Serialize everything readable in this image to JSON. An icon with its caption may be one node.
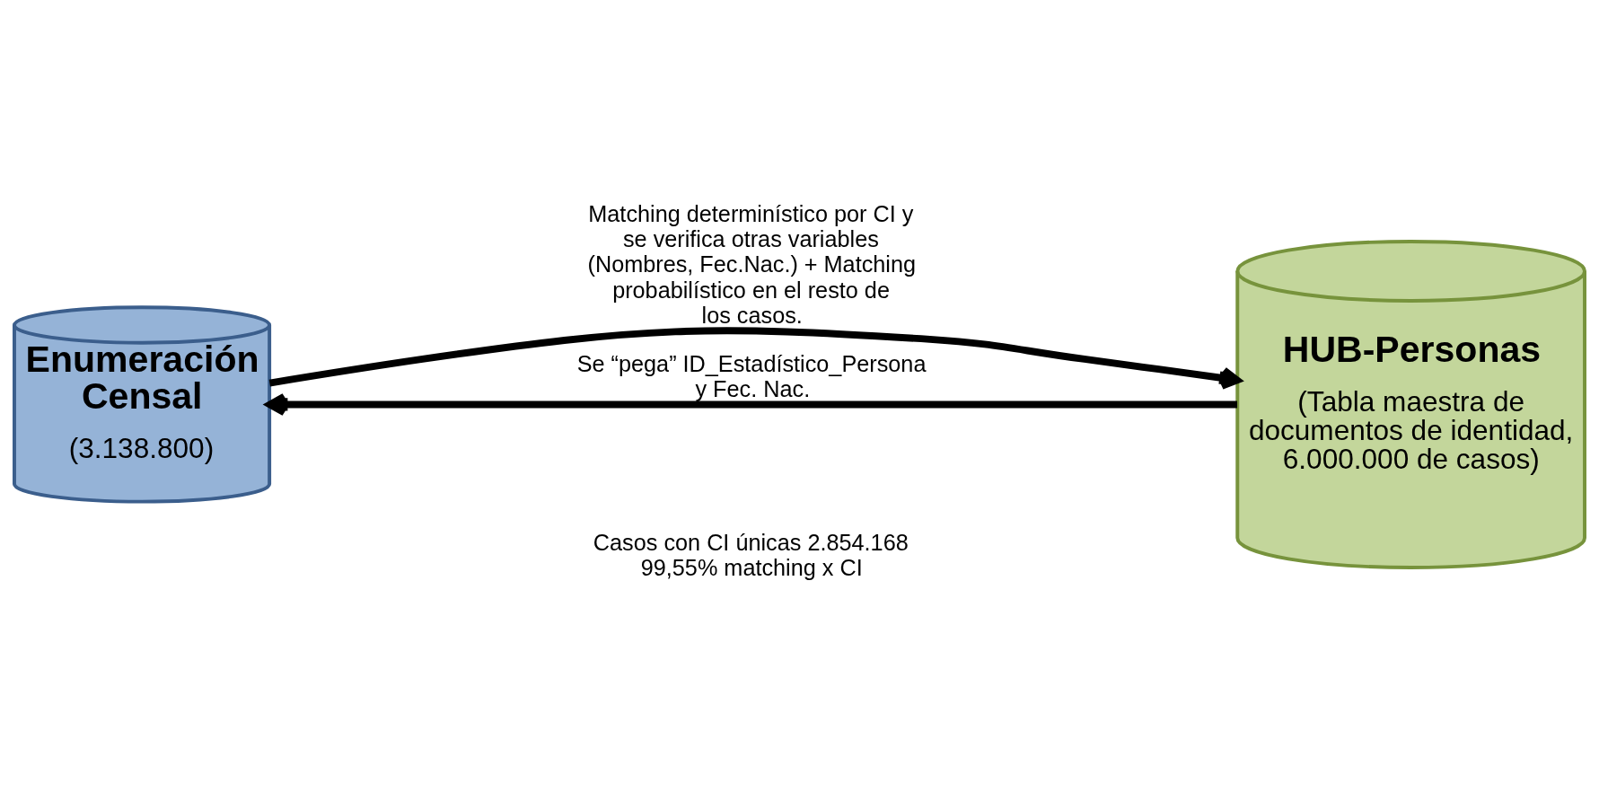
{
  "diagram": {
    "nodes": [
      {
        "text": [
          "Enumeración Censal",
          "(3.138.800)"
        ]
      },
      {
        "text": [
          "HUB-Personas",
          "(Tabla maestra de documentos de identidad, 6.000.000 de casos)"
        ]
      }
    ],
    "edges": [
      {
        "from": 0,
        "to": 1,
        "arrow": "to",
        "label": "Matching determinístico por CI y se verifica otras variables (Nombres, Fec.Nac.) + Matching probabilístico en el resto de los casos."
      },
      {
        "from": 1,
        "to": 0,
        "arrow": "to",
        "label": "Se “pega” ID_Estadístico_Persona y Fec. Nac."
      }
    ],
    "labels": [
      "Casos con CI únicas 2.854.168 99,55% matching x CI"
    ]
  }
}
